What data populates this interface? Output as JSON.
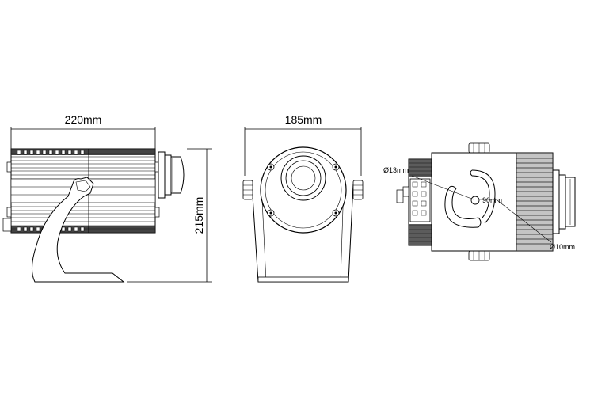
{
  "dimensions": {
    "width_side": "220mm",
    "height_side": "215mm",
    "width_front": "185mm"
  },
  "annotations": {
    "hole_small": "Ø13mm",
    "arc_length": "90mm",
    "hole_tiny": "Ø10mm"
  },
  "colors": {
    "line": "#000000",
    "fill_light": "#f2f2f2",
    "fill_mid": "#d9d9d9",
    "fill_dark": "#8c8c8c"
  }
}
